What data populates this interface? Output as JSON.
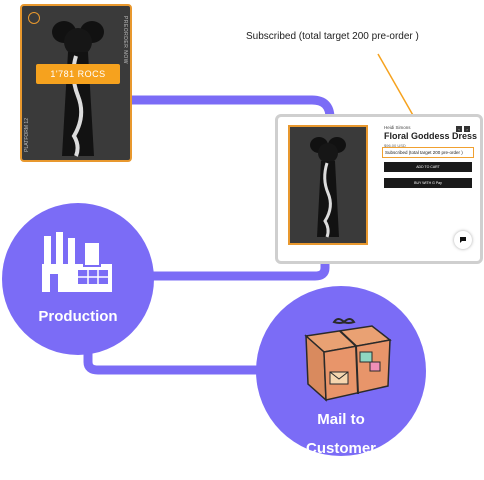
{
  "callout": {
    "text": "Subscribed (total target 200 pre-order )"
  },
  "left_card": {
    "price_banner": "1'781 ROCS",
    "side_text_top": "PREORDER NOW",
    "side_text_bottom": "PLATFORM 12"
  },
  "product_page": {
    "brand": "Heidi Simons",
    "title": "Floral Goddess Dress",
    "price": "$96.00 USD",
    "status": "Subscribed (total target 200 pre-order )",
    "add_to_cart": "ADD TO CART",
    "pay_button": "BUY WITH G Pay",
    "nav_prev": "‹",
    "nav_next": "›"
  },
  "production": {
    "label": "Production"
  },
  "mail": {
    "label_line1": "Mail to",
    "label_line2": "Customer"
  },
  "colors": {
    "accent_purple": "#7b6cf6",
    "accent_orange": "#f6a21e",
    "card_dark": "#3a3a3a"
  },
  "icons": [
    "factory-icon",
    "parcel-icon",
    "chat-icon",
    "dress-icon"
  ]
}
